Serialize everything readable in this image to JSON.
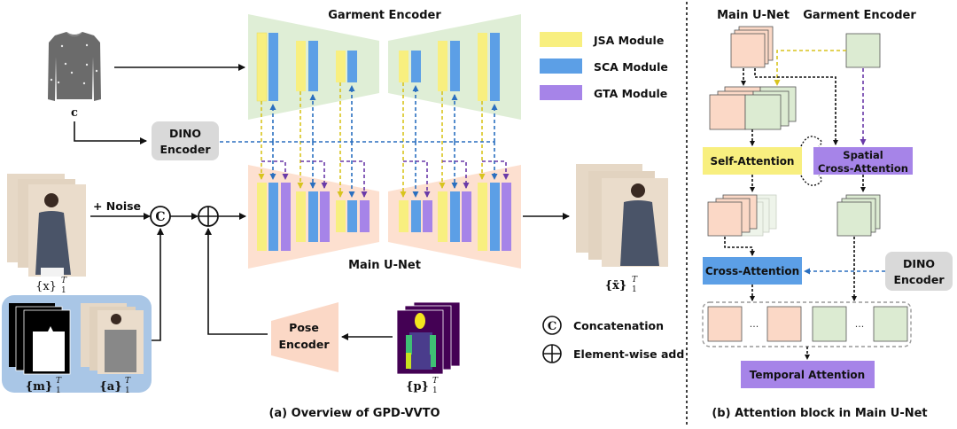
{
  "colors": {
    "jsa": "#f8ef7f",
    "sca": "#5c9fe6",
    "gta": "#a684e8",
    "garment_bg": "#dfeed6",
    "unet_bg": "#fde0d0",
    "dino_bg": "#d9d9d9",
    "mask_panel": "#a9c6e6",
    "yellow_line": "#d8c41e",
    "blue_line": "#2a6fbf",
    "purple_line": "#6a3aa8",
    "peach_frame": "#fbd8c6",
    "green_frame": "#dcebd2"
  },
  "panel_a": {
    "caption": "(a) Overview of GPD-VVTO",
    "garment_encoder_label": "Garment Encoder",
    "main_unet_label": "Main U-Net",
    "dino_encoder_label": [
      "DINO",
      "Encoder"
    ],
    "pose_encoder_label": [
      "Pose",
      "Encoder"
    ],
    "noise_label": "+ Noise",
    "inputs": {
      "garment": "c",
      "video": "{x}",
      "mask": "{m}",
      "agnostic": "{a}",
      "pose": "{p}",
      "output": "{x̄}",
      "superscript": "T",
      "subscript": "1"
    },
    "legend": [
      {
        "label": "JSA Module",
        "color_key": "jsa"
      },
      {
        "label": "SCA Module",
        "color_key": "sca"
      },
      {
        "label": "GTA Module",
        "color_key": "gta"
      }
    ],
    "symbols": [
      {
        "symbol": "C",
        "label": "Concatenation"
      },
      {
        "symbol": "⊕",
        "label": "Element-wise add"
      }
    ]
  },
  "panel_b": {
    "caption": "(b) Attention block in Main U-Net",
    "main_unet_label": "Main U-Net",
    "garment_encoder_label": "Garment Encoder",
    "self_attention": "Self-Attention",
    "spatial_cross_attention": [
      "Spatial",
      "Cross-Attention"
    ],
    "cross_attention": "Cross-Attention",
    "dino_encoder_label": [
      "DINO",
      "Encoder"
    ],
    "temporal_attention": "Temporal Attention",
    "ellipsis": "..."
  }
}
